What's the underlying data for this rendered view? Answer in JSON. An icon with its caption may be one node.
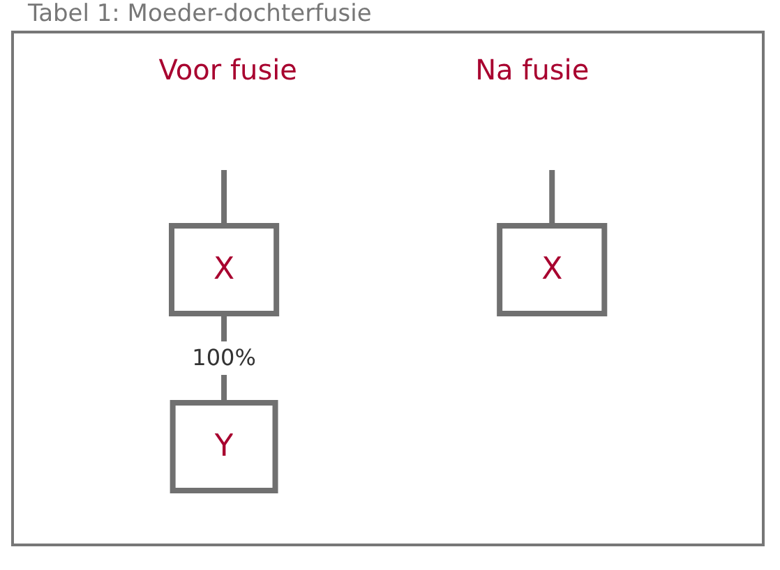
{
  "diagram": {
    "title": "Tabel 1: Moeder-dochterfusie",
    "nodes": [
      {
        "text": [
          "X"
        ]
      },
      {
        "text": [
          "Y"
        ]
      },
      {
        "text": [
          "X"
        ]
      }
    ],
    "edges": [
      {
        "from": null,
        "to": 0,
        "arrow": "none"
      },
      {
        "from": 0,
        "to": 1,
        "arrow": "none",
        "label": "100%"
      },
      {
        "from": null,
        "to": 2,
        "arrow": "none"
      }
    ],
    "labels": [
      "Voor fusie",
      "Na fusie"
    ]
  }
}
